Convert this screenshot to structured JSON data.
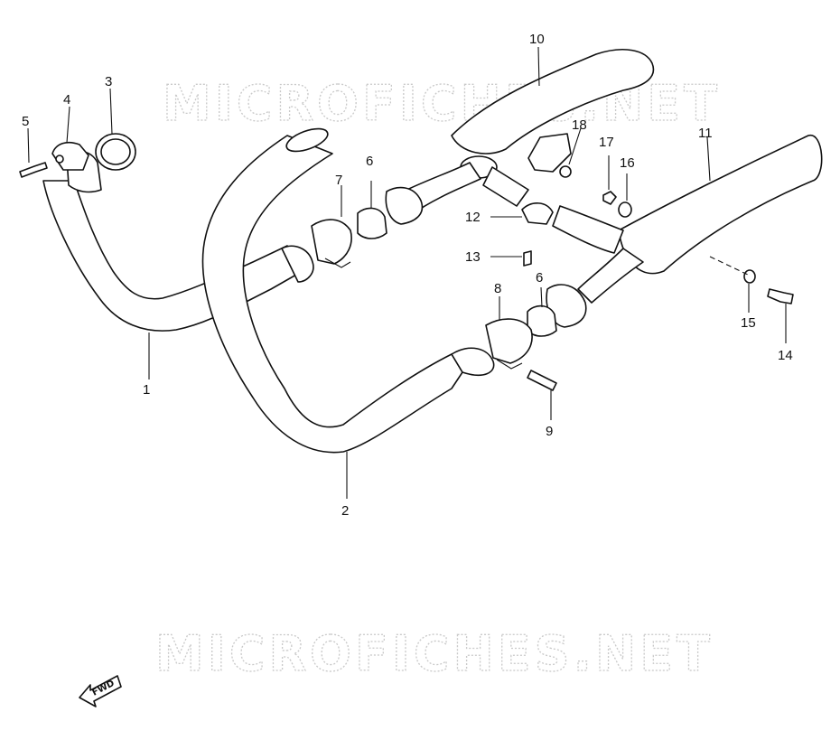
{
  "watermark": "MICROFICHES.NET",
  "direction_label": "FWD",
  "callouts": [
    "1",
    "2",
    "3",
    "4",
    "5",
    "6",
    "6",
    "7",
    "8",
    "9",
    "10",
    "11",
    "12",
    "13",
    "14",
    "15",
    "16",
    "17",
    "18"
  ]
}
